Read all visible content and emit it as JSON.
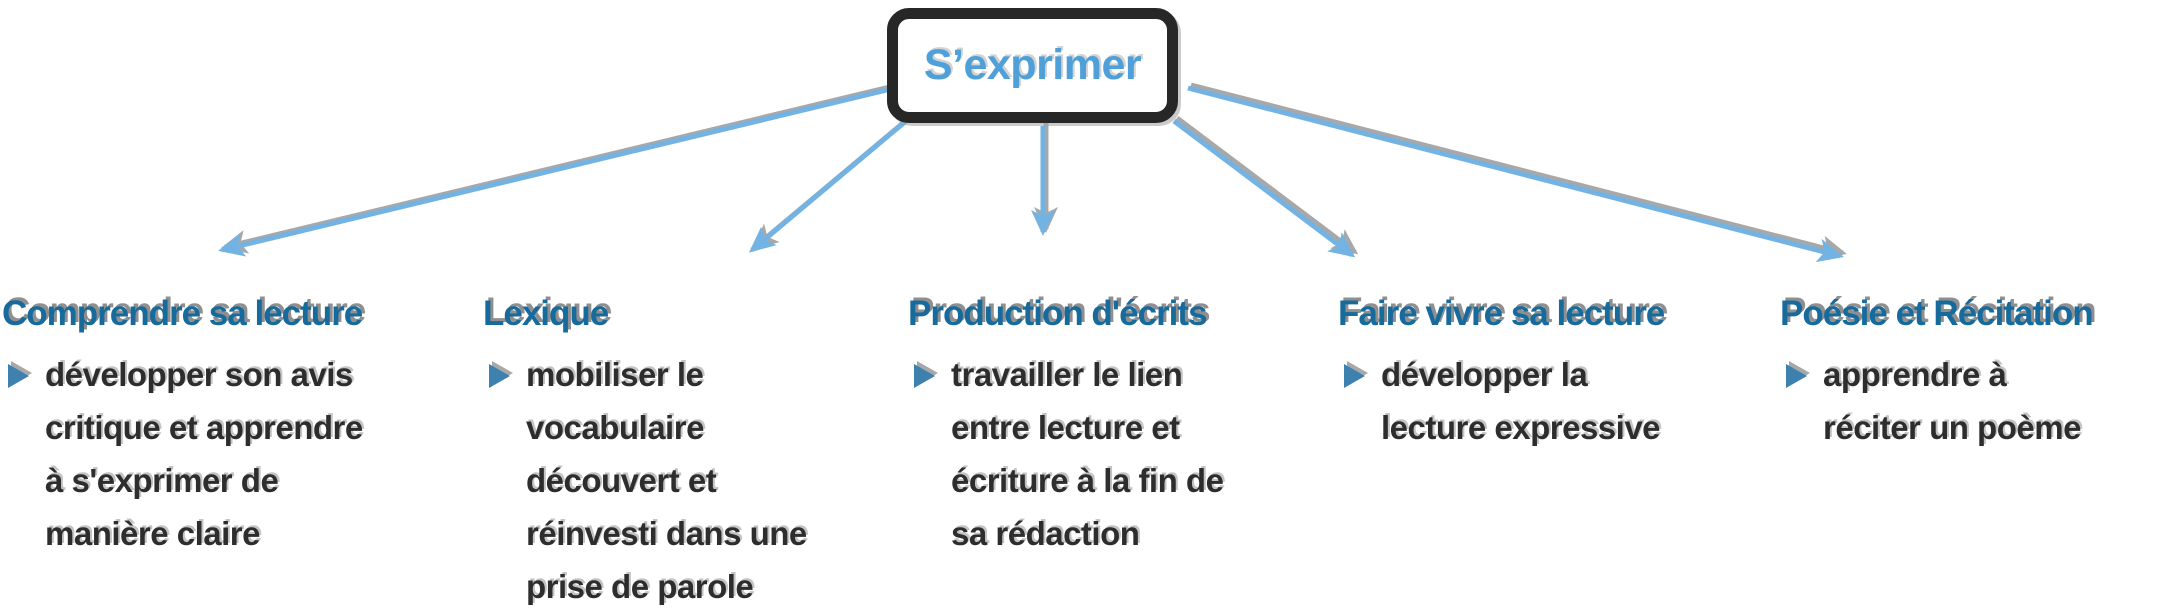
{
  "root": {
    "label": "S’exprimer"
  },
  "colors": {
    "root_label_blue": "#4fa0d8",
    "branch_title_blue": "#176a9c",
    "arrow_blue": "#73b3e3",
    "bullet_blue": "#3e81af",
    "body_text": "#2d2d2d",
    "node_border": "#272727",
    "shadow_gray": "#a8a8a8"
  },
  "branches": [
    {
      "title": "Comprendre sa lecture",
      "bullets": [
        {
          "text": "développer son avis critique et apprendre à s'exprimer de manière claire",
          "lines": [
            "développer son avis",
            "critique et apprendre",
            "à s'exprimer de",
            "manière claire"
          ]
        }
      ]
    },
    {
      "title": "Lexique",
      "bullets": [
        {
          "text": "mobiliser le vocabulaire découvert et réinvesti dans une prise de parole",
          "lines": [
            "mobiliser le",
            "vocabulaire",
            "découvert et",
            "réinvesti dans une",
            "prise de parole"
          ]
        }
      ]
    },
    {
      "title": "Production d'écrits",
      "bullets": [
        {
          "text": "travailler le lien entre lecture et écriture à la fin de sa rédaction",
          "lines": [
            "travailler le lien",
            "entre lecture et",
            "écriture à la fin de",
            "sa rédaction"
          ]
        }
      ]
    },
    {
      "title": "Faire vivre sa lecture",
      "bullets": [
        {
          "text": "développer la lecture expressive",
          "lines": [
            "développer la",
            "lecture expressive"
          ]
        }
      ]
    },
    {
      "title": "Poésie et Récitation",
      "bullets": [
        {
          "text": "apprendre à réciter un poème",
          "lines": [
            "apprendre à",
            "réciter un poème"
          ]
        }
      ]
    }
  ],
  "connections": [
    {
      "from": "root",
      "to": "Comprendre sa lecture"
    },
    {
      "from": "root",
      "to": "Lexique"
    },
    {
      "from": "root",
      "to": "Production d'écrits"
    },
    {
      "from": "root",
      "to": "Faire vivre sa lecture"
    },
    {
      "from": "root",
      "to": "Poésie et Récitation"
    }
  ]
}
